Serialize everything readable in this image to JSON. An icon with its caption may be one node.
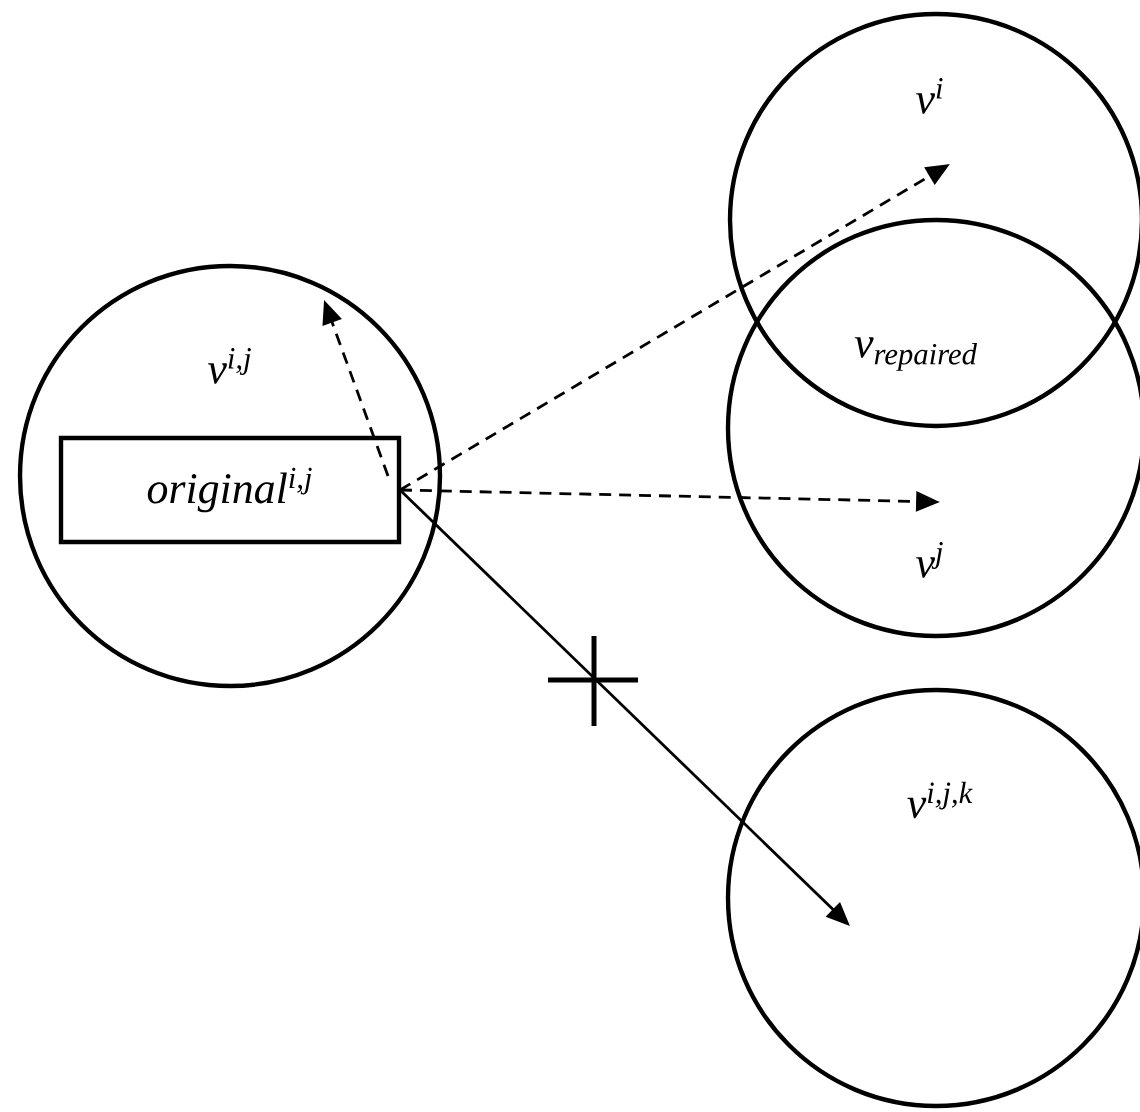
{
  "diagram": {
    "nodes": [
      {
        "text": [
          "v$^{i,j}$"
        ]
      },
      {
        "text": [
          "original$^{i,j}$"
        ],
        "in": 0
      },
      {
        "text": [
          "v$^{i}$"
        ]
      },
      {
        "text": [
          "v$^{j}$"
        ]
      },
      {
        "text": [
          "v$^{i,j,k}$"
        ]
      }
    ],
    "edges": [
      {
        "from": 1,
        "to": 0,
        "arrow": "to",
        "style": "dashed"
      },
      {
        "from": 1,
        "to": 2,
        "arrow": "to",
        "style": "dashed"
      },
      {
        "from": 1,
        "to": 3,
        "arrow": "to",
        "style": "dashed"
      },
      {
        "from": 1,
        "to": 4,
        "arrow": "to"
      }
    ],
    "labels": [
      "v$_{repaired}$"
    ]
  }
}
